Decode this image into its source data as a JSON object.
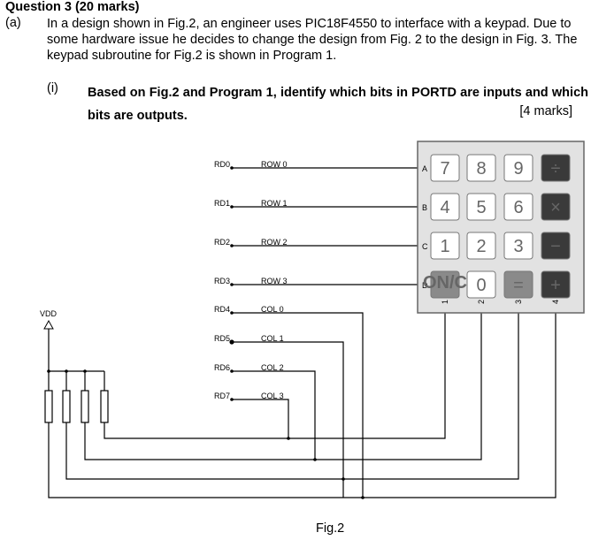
{
  "question": {
    "title": "Question 3 (20 marks)",
    "part_label": "(a)",
    "part_text": "In a design shown in Fig.2, an engineer uses PIC18F4550 to interface with a keypad. Due to some hardware issue he decides to change the design from Fig. 2 to the design in Fig. 3. The keypad subroutine for Fig.2 is shown in Program 1.",
    "sub_label": "(i)",
    "sub_text": "Based on Fig.2 and Program 1, identify which bits in PORTD are inputs and which bits are outputs.",
    "marks": "[4 marks]"
  },
  "figure": {
    "caption": "Fig.2",
    "vdd_label": "VDD",
    "pins": [
      "RD0",
      "RD1",
      "RD2",
      "RD3",
      "RD4",
      "RD5",
      "RD6",
      "RD7"
    ],
    "signals": [
      "ROW 0",
      "ROW 1",
      "ROW 2",
      "ROW 3",
      "COL 0",
      "COL 1",
      "COL 2",
      "COL 3"
    ],
    "row_letters": [
      "A",
      "B",
      "C",
      "D"
    ],
    "col_numbers": [
      "1",
      "2",
      "3",
      "4"
    ],
    "keys": [
      "7",
      "8",
      "9",
      "÷",
      "4",
      "5",
      "6",
      "×",
      "1",
      "2",
      "3",
      "−",
      "ON/C",
      "0",
      "=",
      "+"
    ]
  }
}
